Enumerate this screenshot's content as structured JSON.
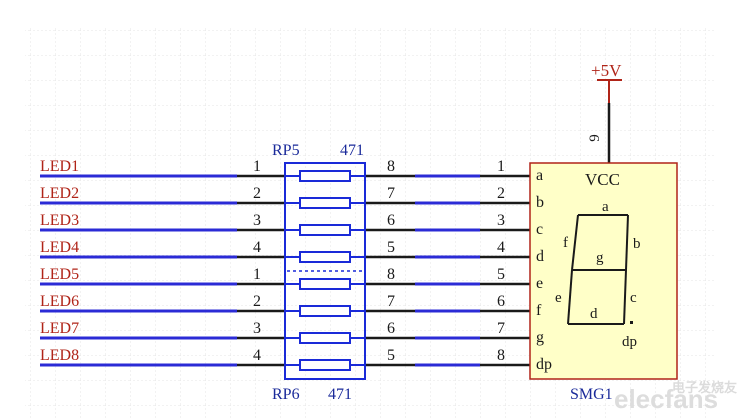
{
  "power": {
    "label": "+5V"
  },
  "nets": [
    "LED1",
    "LED2",
    "LED3",
    "LED4",
    "LED5",
    "LED6",
    "LED7",
    "LED8"
  ],
  "rp5": {
    "ref": "RP5",
    "value": "471",
    "left_pins": [
      "1",
      "2",
      "3",
      "4"
    ],
    "right_pins": [
      "8",
      "7",
      "6",
      "5"
    ]
  },
  "rp6": {
    "ref": "RP6",
    "value": "471",
    "left_pins": [
      "1",
      "2",
      "3",
      "4"
    ],
    "right_pins": [
      "8",
      "7",
      "6",
      "5"
    ]
  },
  "display": {
    "ref": "SMG1",
    "vcc_label": "VCC",
    "vcc_pin": "9",
    "pin_numbers": [
      "1",
      "2",
      "3",
      "4",
      "5",
      "6",
      "7",
      "8"
    ],
    "pin_names": [
      "a",
      "b",
      "c",
      "d",
      "e",
      "f",
      "g",
      "dp"
    ],
    "segment_labels": {
      "a": "a",
      "b": "b",
      "c": "c",
      "d": "d",
      "e": "e",
      "f": "f",
      "g": "g",
      "dp": "dp"
    }
  },
  "watermark": {
    "text": "elecfans",
    "cn": "电子发烧友"
  },
  "colors": {
    "wire": "#2b2bd6",
    "resistor": "#1a2ad8",
    "net_label": "#b02418",
    "component_fill": "#ffffc8",
    "component_border": "#b02418",
    "power_symbol": "#b02418",
    "grid": "#e6e6e6"
  }
}
